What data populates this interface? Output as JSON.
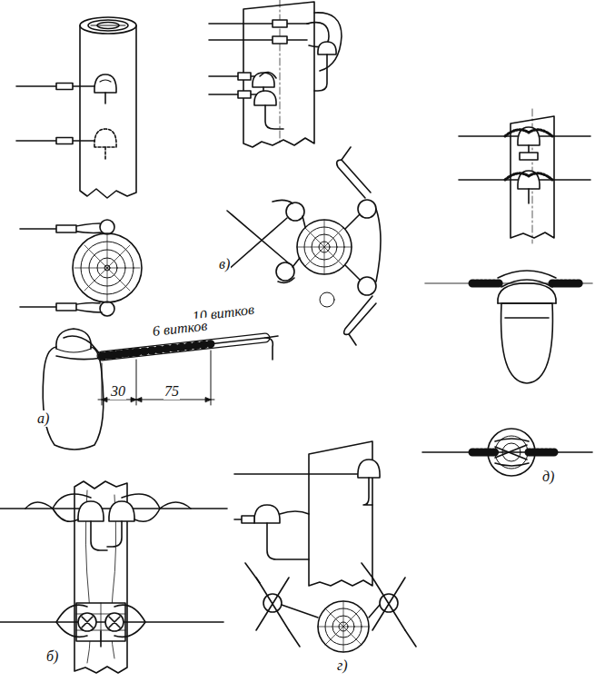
{
  "diagram": {
    "labels": [
      "10 витков",
      "6 витков",
      "30",
      "75",
      "а)",
      "б)",
      "в)",
      "г)",
      "д)"
    ]
  }
}
